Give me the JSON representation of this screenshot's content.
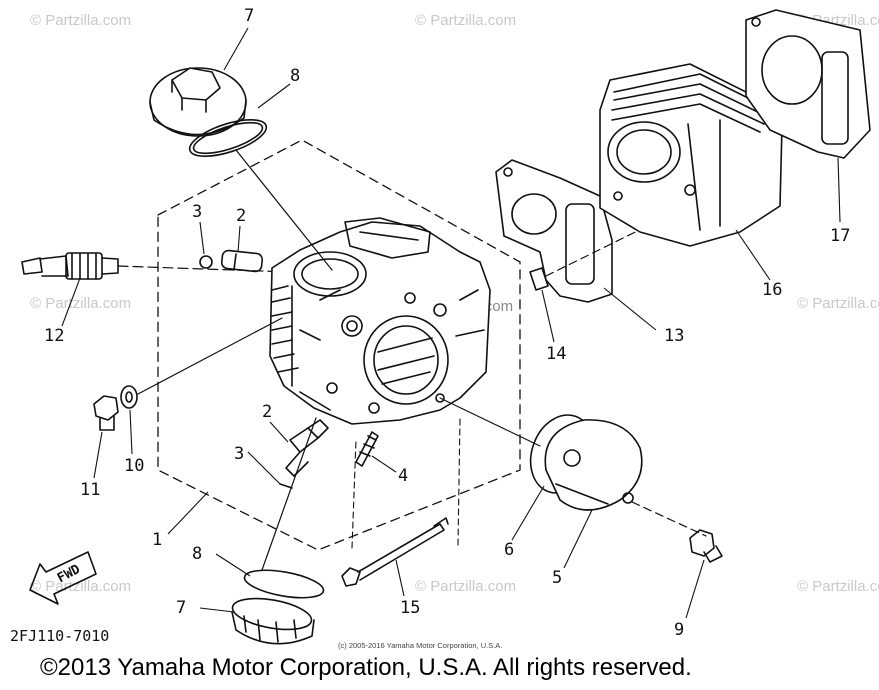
{
  "watermark": "© Partzilla.com",
  "diagram_code": "2FJ110-7010",
  "fwd_label": "FWD",
  "small_copyright": "(c) 2005-2016 Yamaha Motor Corporation, U.S.A.",
  "copyright": "©2013 Yamaha Motor Corporation, U.S.A. All rights reserved.",
  "callouts": {
    "c1": "1",
    "c2a": "2",
    "c2b": "2",
    "c3a": "3",
    "c3b": "3",
    "c4": "4",
    "c5": "5",
    "c6": "6",
    "c7a": "7",
    "c7b": "7",
    "c8a": "8",
    "c8b": "8",
    "c9": "9",
    "c10": "10",
    "c11": "11",
    "c12": "12",
    "c13": "13",
    "c14": "14",
    "c15": "15",
    "c16": "16",
    "c17": "17"
  }
}
